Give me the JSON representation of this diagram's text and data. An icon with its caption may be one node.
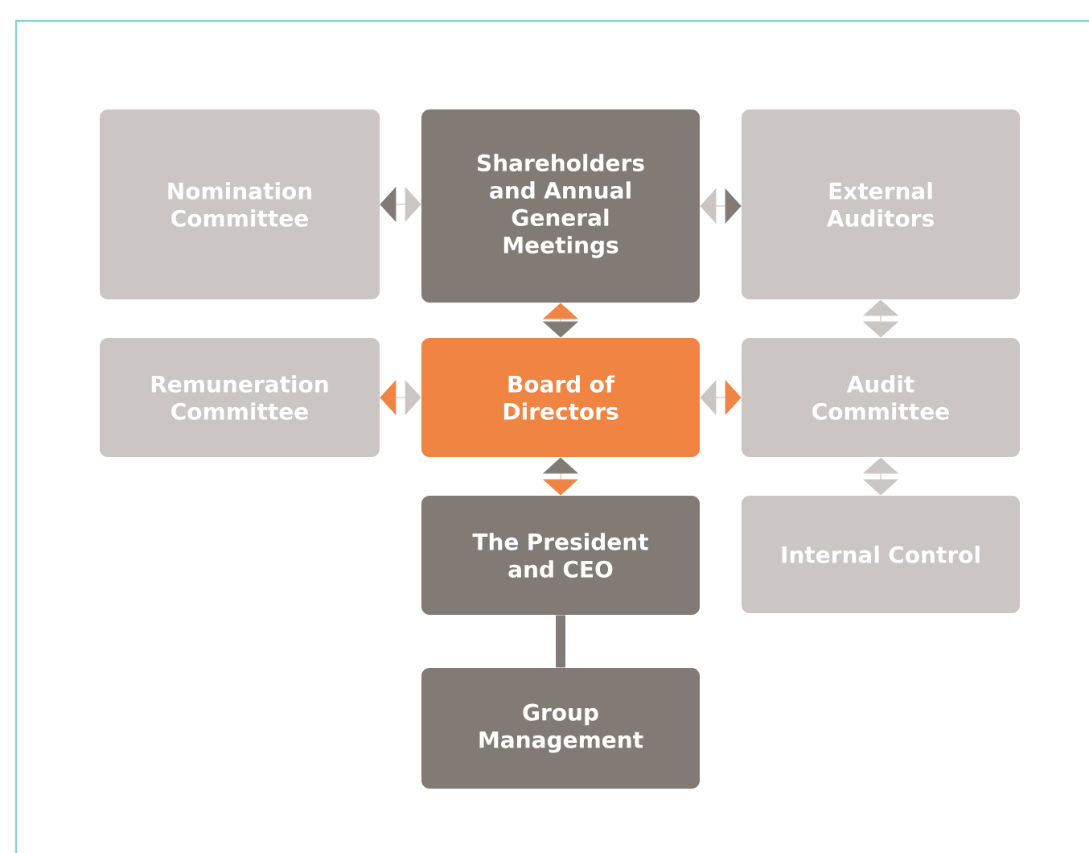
{
  "diagram": {
    "nodes": [
      {
        "text": [
          "Nomination Committee"
        ]
      },
      {
        "text": [
          "Shareholders and Annual General Meetings"
        ]
      },
      {
        "text": [
          "External Auditors"
        ]
      },
      {
        "text": [
          "Remuneration Committee"
        ]
      },
      {
        "text": [
          "Board of Directors"
        ]
      },
      {
        "text": [
          "Audit Committee"
        ]
      },
      {
        "text": [
          "The President and CEO"
        ]
      },
      {
        "text": [
          "Internal Control"
        ]
      },
      {
        "text": [
          "Group Management"
        ]
      }
    ],
    "edges": [
      {
        "from": 0,
        "to": 1,
        "arrow": "both"
      },
      {
        "from": 1,
        "to": 2,
        "arrow": "both"
      },
      {
        "from": 1,
        "to": 4,
        "arrow": "both"
      },
      {
        "from": 3,
        "to": 4,
        "arrow": "both"
      },
      {
        "from": 4,
        "to": 5,
        "arrow": "both"
      },
      {
        "from": 2,
        "to": 5,
        "arrow": "both"
      },
      {
        "from": 4,
        "to": 6,
        "arrow": "both"
      },
      {
        "from": 5,
        "to": 7,
        "arrow": "both"
      },
      {
        "from": 6,
        "to": 8,
        "arrow": "none",
        "style": "thick"
      }
    ]
  }
}
